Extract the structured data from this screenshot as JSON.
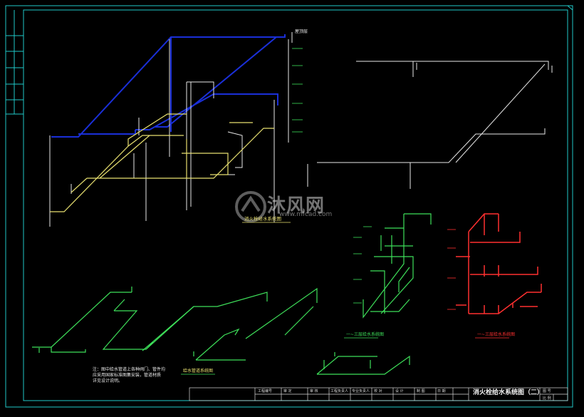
{
  "drawing": {
    "sheet_title": "消火栓给水系统图（二）",
    "watermark_name": "沐风网",
    "watermark_url": "www.mfcad.com",
    "colors": {
      "frame": "#21c8c8",
      "blue": "#1a2fd8",
      "yellow": "#e8e070",
      "white": "#e8e8e8",
      "green": "#3ee05a",
      "red": "#ff3030"
    }
  },
  "labels": {
    "roof": "屋顶层",
    "yellow_system": "消火栓给水系统图",
    "green_system_1": "一~三层给水系统图",
    "green_system_2": "一~三层给水系统图",
    "green_title_left": "给水管道系统图",
    "note_line1": "注：图中给水管道上各种阀门、管件均",
    "note_line2": "应采用国家标准图集安装，管道材质",
    "note_line3": "详见设计说明。"
  },
  "title_block": {
    "headers": [
      "工程编号",
      "审 定",
      "审 核",
      "工程负责人",
      "专业负责人",
      "校 对",
      "设 计",
      "制 图",
      "日 期"
    ],
    "extra": [
      "图 号",
      "比 例"
    ]
  }
}
